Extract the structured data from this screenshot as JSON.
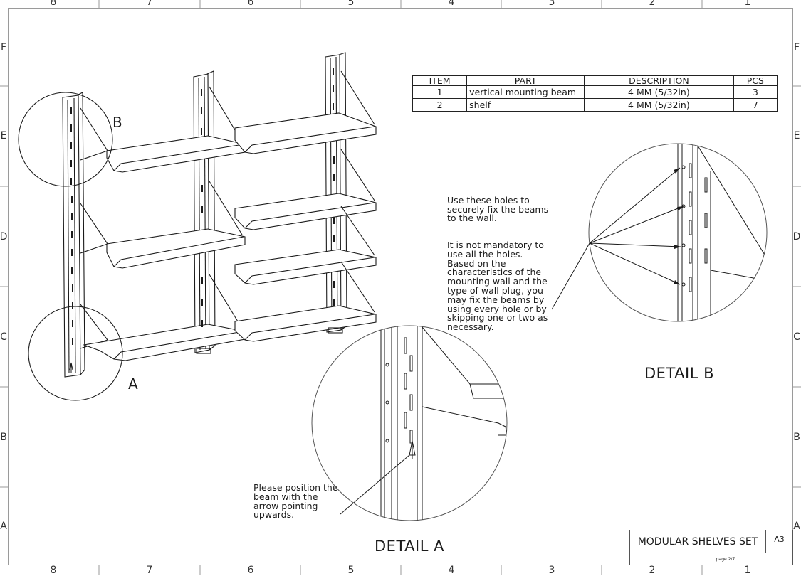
{
  "zones": {
    "columns": [
      "8",
      "7",
      "6",
      "5",
      "4",
      "3",
      "2",
      "1"
    ],
    "rows": [
      "F",
      "E",
      "D",
      "C",
      "B",
      "A"
    ]
  },
  "bom": {
    "headers": [
      "ITEM",
      "PART",
      "DESCRIPTION",
      "PCS"
    ],
    "rows": [
      {
        "item": "1",
        "part": "vertical mounting beam",
        "description": "4 MM (5/32in)",
        "pcs": "3"
      },
      {
        "item": "2",
        "part": "shelf",
        "description": "4 MM (5/32in)",
        "pcs": "7"
      }
    ]
  },
  "callouts": {
    "a": "A",
    "b": "B"
  },
  "notes": {
    "holes_1": "Use these holes to\nsecurely fix the beams\nto the wall.",
    "holes_2": "It is not mandatory to\nuse all the holes.\nBased on the\ncharacteristics of the\nmounting wall and the\ntype of wall plug, you\nmay fix the beams by\nusing every hole or by\nskipping one or two as\nnecessary.",
    "arrow": "Please position the\nbeam with the\narrow pointing\nupwards."
  },
  "details": {
    "a": "DETAIL A",
    "b": "DETAIL B"
  },
  "title_block": {
    "title": "MODULAR SHELVES SET",
    "size": "A3",
    "page": "page 2/7"
  }
}
